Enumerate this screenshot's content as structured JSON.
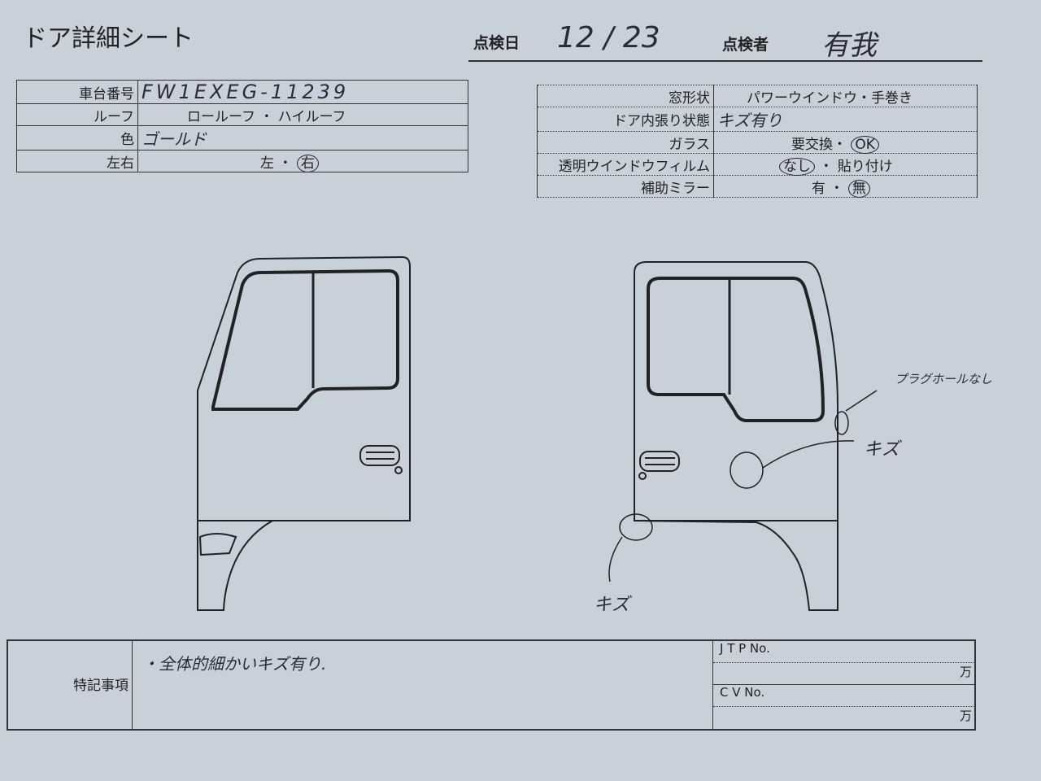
{
  "title": "ドア詳細シート",
  "header": {
    "date_label": "点検日",
    "date_value": "12 / 23",
    "inspector_label": "点検者",
    "inspector_value": "有我"
  },
  "vehicle": {
    "rows": [
      {
        "label": "車台番号",
        "value": "FW1EXEG-11239"
      },
      {
        "label": "ルーフ",
        "value": "ロールーフ ・ ハイルーフ"
      },
      {
        "label": "色",
        "value": "ゴールド"
      },
      {
        "label": "左右",
        "option1": "左",
        "sep": "・",
        "option2": "右"
      }
    ]
  },
  "door": {
    "rows": [
      {
        "label": "窓形状",
        "value": "パワーウインドウ・手巻き"
      },
      {
        "label": "ドア内張り状態",
        "value": "キズ有り"
      },
      {
        "label": "ガラス",
        "option1": "要交換・",
        "option2": "OK"
      },
      {
        "label": "透明ウインドウフィルム",
        "option1": "なし",
        "sep": "・",
        "option2": "貼り付け"
      },
      {
        "label": "補助ミラー",
        "option1": "有",
        "sep": "・",
        "option2": "無"
      }
    ]
  },
  "annotations": {
    "plug": "プラグホールなし",
    "scratch_right": "キズ",
    "scratch_bottom": "キズ"
  },
  "remarks": {
    "label": "特記事項",
    "value": "・全体的細かいキズ有り.",
    "jtp_label": "J T P No.",
    "cv_label": "C V No.",
    "unit": "万"
  }
}
